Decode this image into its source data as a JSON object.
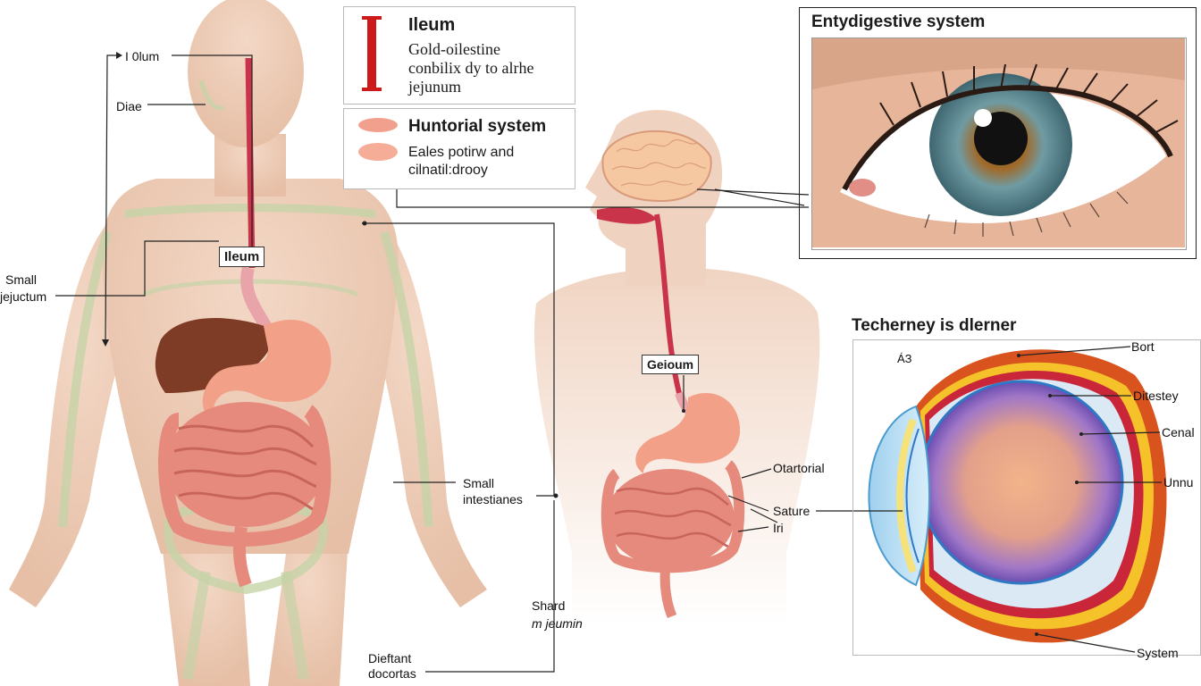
{
  "left_figure": {
    "labels": {
      "ileum_top": "I 0lum",
      "diae": "Diae",
      "small_jejunum_line1": "Small",
      "small_jejunum_line2": "jejuctum",
      "ileum_box": "Ileum",
      "small_intestines_line1": "Small",
      "small_intestines_line2": "intestianes",
      "shard_line1": "Shard",
      "shard_line2": "m jeumin",
      "dieftant_line1": "Dieftant",
      "dieftant_line2": "docortas"
    }
  },
  "legend_box_1": {
    "title": "Ileum",
    "lines": [
      "Gold-oilestine",
      "conbilix dy to alrhe",
      "jejunum"
    ],
    "marker_color": "#cc1a1a"
  },
  "legend_box_2": {
    "title": "Huntorial system",
    "lines": [
      "Eales potirw and",
      "cilnatil:drooy"
    ],
    "swatch_color": "#f2a08e"
  },
  "middle_figure": {
    "labels": {
      "geioum": "Geioum",
      "otartorial": "Otartorial",
      "sature": "Sature",
      "iri": "Iri"
    }
  },
  "eye_photo": {
    "title": "Entydigestive system",
    "iris_color": "#5b8a95"
  },
  "eye_diagram": {
    "title": "Techerney is dlerner",
    "corner_text": "ÁЗ",
    "labels": {
      "bort": "Bort",
      "ditestey": "Ditestey",
      "cenal": "Cenal",
      "unnu": "Unnu",
      "system": "System"
    }
  }
}
